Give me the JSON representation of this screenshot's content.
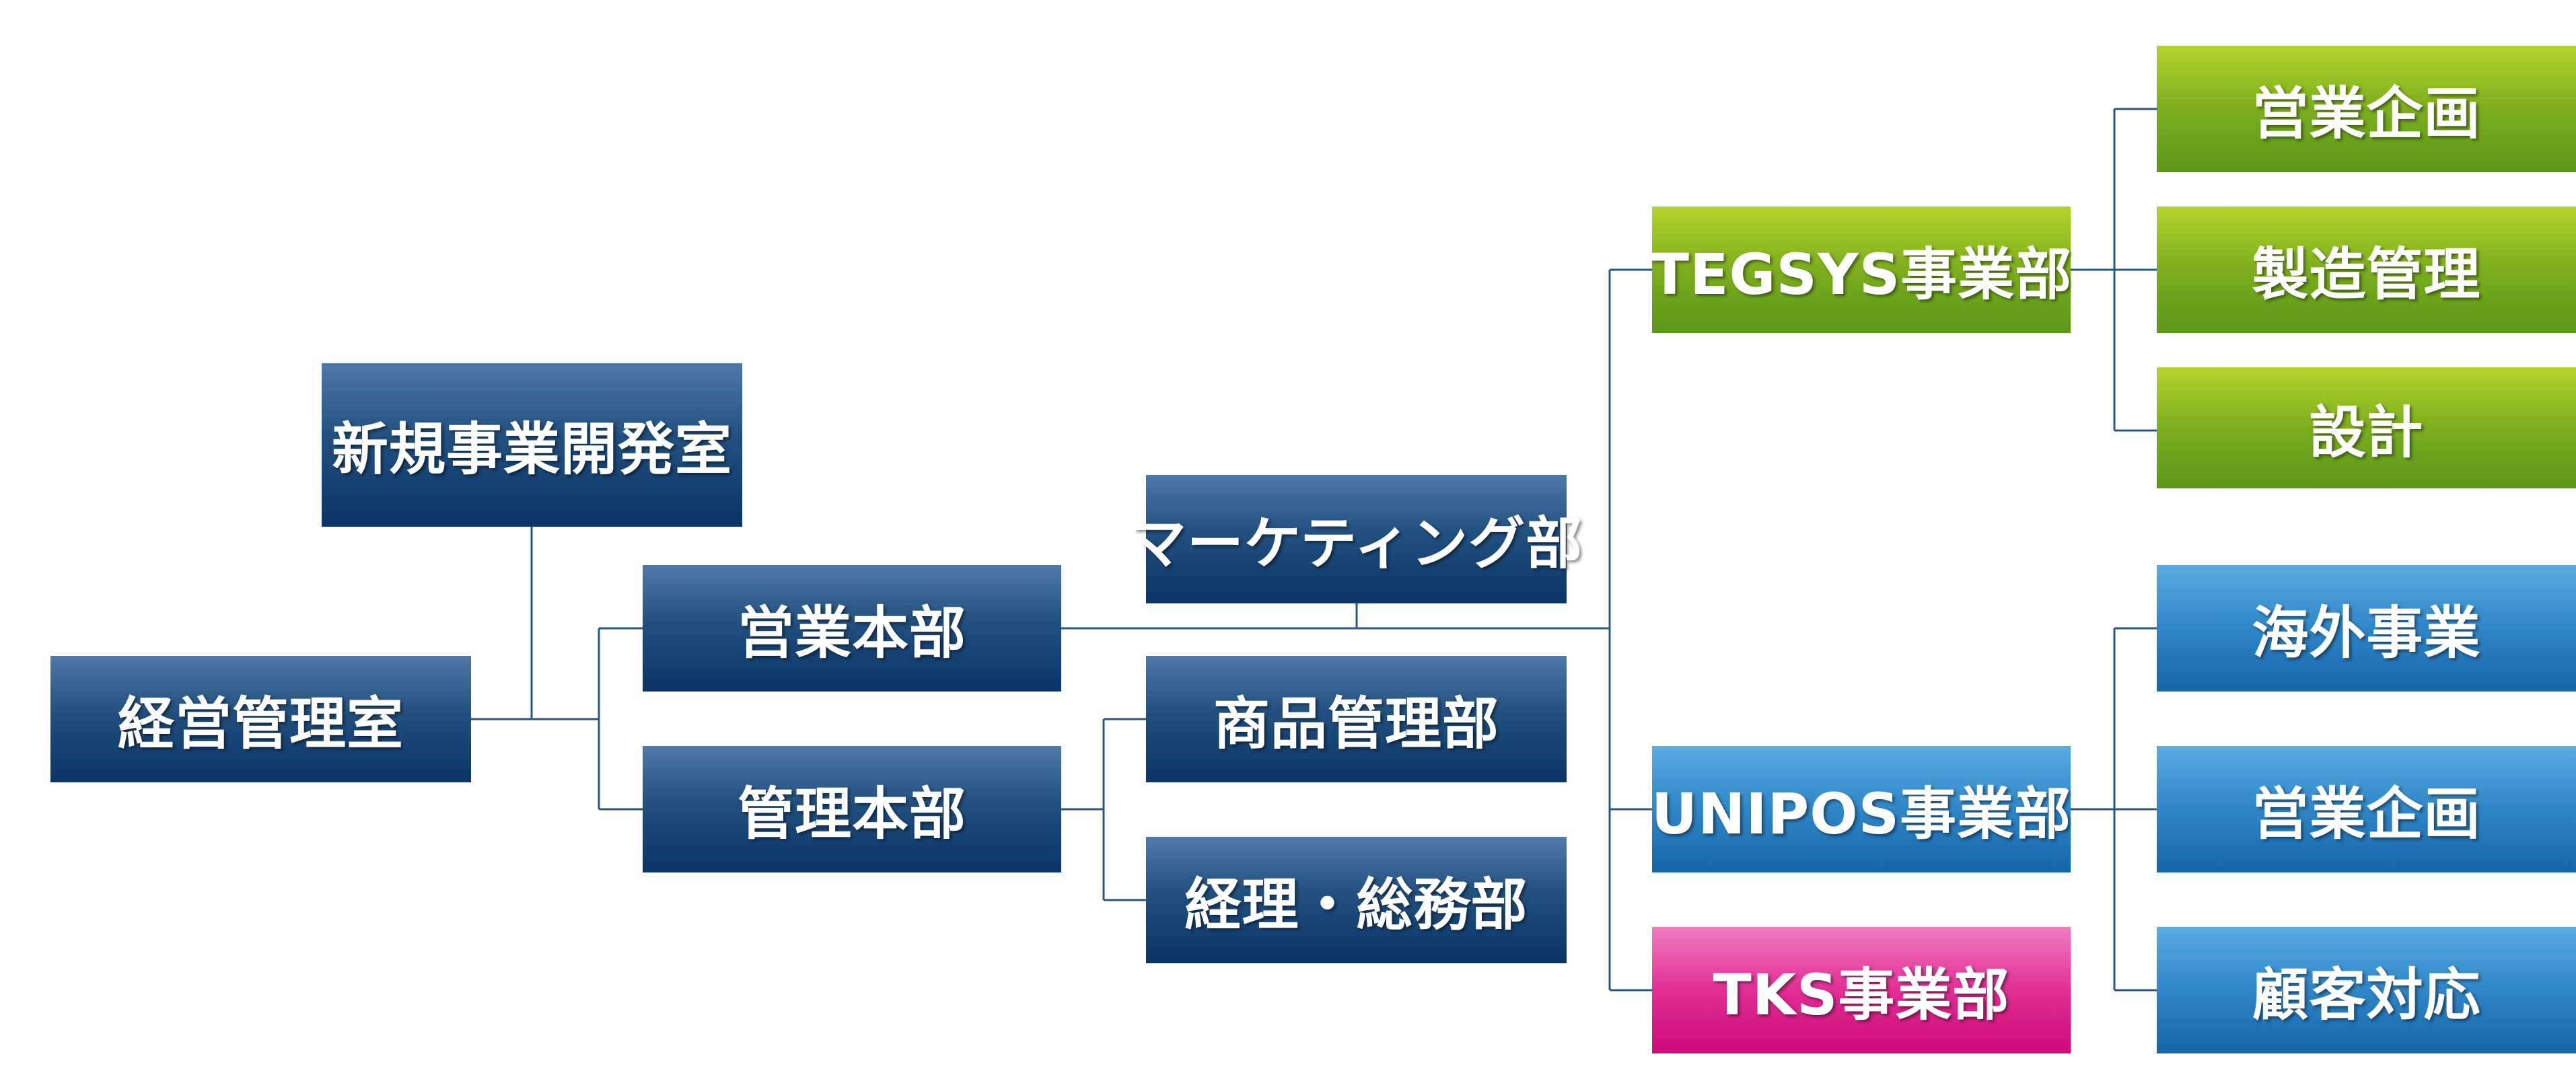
{
  "colors": {
    "management": "#0a3467",
    "tegsys": "#7cae1f",
    "unipos": "#2f86c8",
    "tks": "#e22e95",
    "connector": "#2a5680"
  },
  "nodes": {
    "keiei": "経営管理室",
    "shinki": "新規事業開発室",
    "eigyo_honbu": "営業本部",
    "kanri_honbu": "管理本部",
    "marketing": "マーケティング部",
    "shohin": "商品管理部",
    "keiri": "経理・総務部",
    "tegsys": "TEGSYS事業部",
    "unipos": "UNIPOS事業部",
    "tks": "TKS事業部",
    "tegsys_sub": [
      "営業企画",
      "製造管理",
      "設計"
    ],
    "unipos_sub": [
      "海外事業",
      "営業企画",
      "顧客対応"
    ]
  }
}
